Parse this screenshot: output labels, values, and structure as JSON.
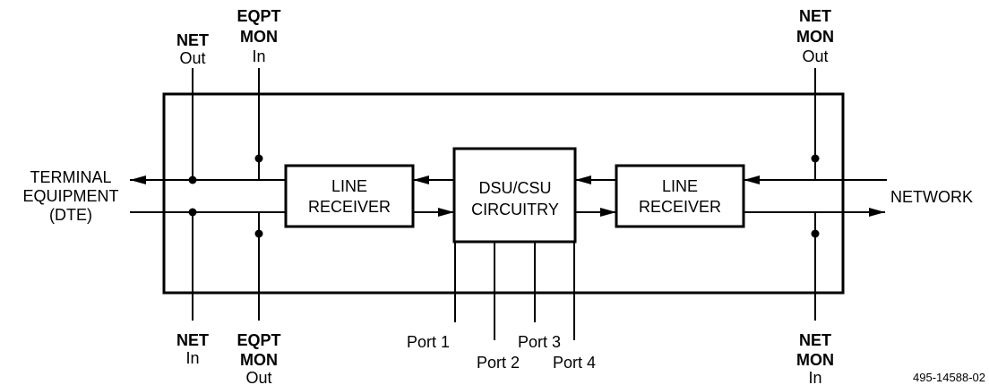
{
  "figure_number": "495-14588-02",
  "blocks": {
    "line_receiver_left": [
      "LINE",
      "RECEIVER"
    ],
    "dsu_csu": [
      "DSU/CSU",
      "CIRCUITRY"
    ],
    "line_receiver_right": [
      "LINE",
      "RECEIVER"
    ]
  },
  "side_labels": {
    "terminal": [
      "TERMINAL",
      "EQUIPMENT",
      "(DTE)"
    ],
    "network": "NETWORK"
  },
  "jacks": {
    "net_out": {
      "title": "NET",
      "sub": "Out"
    },
    "eqpt_mon_in": {
      "title1": "EQPT",
      "title2": "MON",
      "sub": "In"
    },
    "net_mon_out": {
      "title1": "NET",
      "title2": "MON",
      "sub": "Out"
    },
    "net_in": {
      "title": "NET",
      "sub": "In"
    },
    "eqpt_mon_out": {
      "title1": "EQPT",
      "title2": "MON",
      "sub": "Out"
    },
    "net_mon_in": {
      "title1": "NET",
      "title2": "MON",
      "sub": "In"
    }
  },
  "ports": [
    "Port 1",
    "Port 2",
    "Port 3",
    "Port 4"
  ]
}
